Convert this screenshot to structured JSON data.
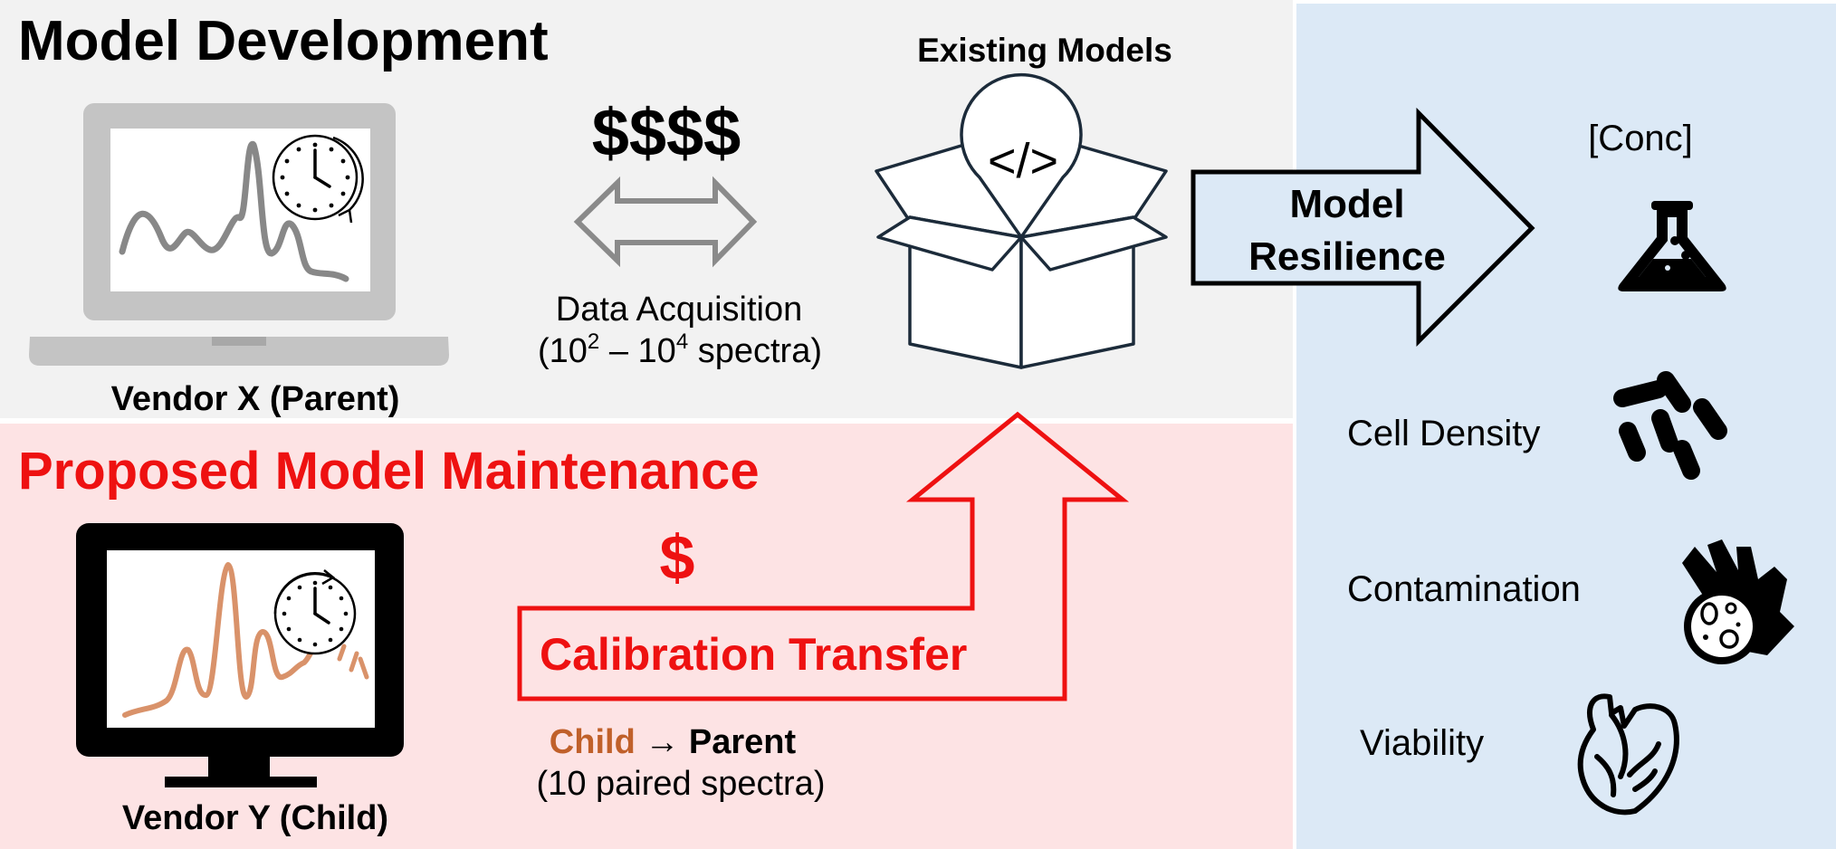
{
  "colors": {
    "dev_bg": "#f2f2f2",
    "maint_bg": "#fde3e4",
    "output_bg": "#dce9f6",
    "red": "#ee1111",
    "child_brown": "#c0602a",
    "navy": "#1c2b3a",
    "gray_arrow": "#8a8a8a"
  },
  "dev": {
    "title": "Model Development",
    "parent_label": "Vendor X (Parent)",
    "cost": "$$$$",
    "acq_label": "Data Acquisition",
    "acq_detail": {
      "open": "(10",
      "exp1": "2",
      "dash": " – 10",
      "exp2": "4",
      "close": " spectra)"
    }
  },
  "existing_models_label": "Existing Models",
  "box_code_symbol": "</>",
  "resilience_label": {
    "line1": "Model",
    "line2": "Resilience"
  },
  "maint": {
    "title": "Proposed Model Maintenance",
    "cost": "$",
    "calib_label": "Calibration Transfer",
    "child_word": "Child",
    "arrow_glyph": "→",
    "parent_word": "Parent",
    "paired_label": "(10 paired spectra)",
    "child_label": "Vendor Y (Child)"
  },
  "outputs": [
    {
      "label": "[Conc]",
      "icon": "flask-icon"
    },
    {
      "label": "Cell Density",
      "icon": "bacteria-icon"
    },
    {
      "label": "Contamination",
      "icon": "contaminated-hand-icon"
    },
    {
      "label": "Viability",
      "icon": "heart-icon"
    }
  ]
}
